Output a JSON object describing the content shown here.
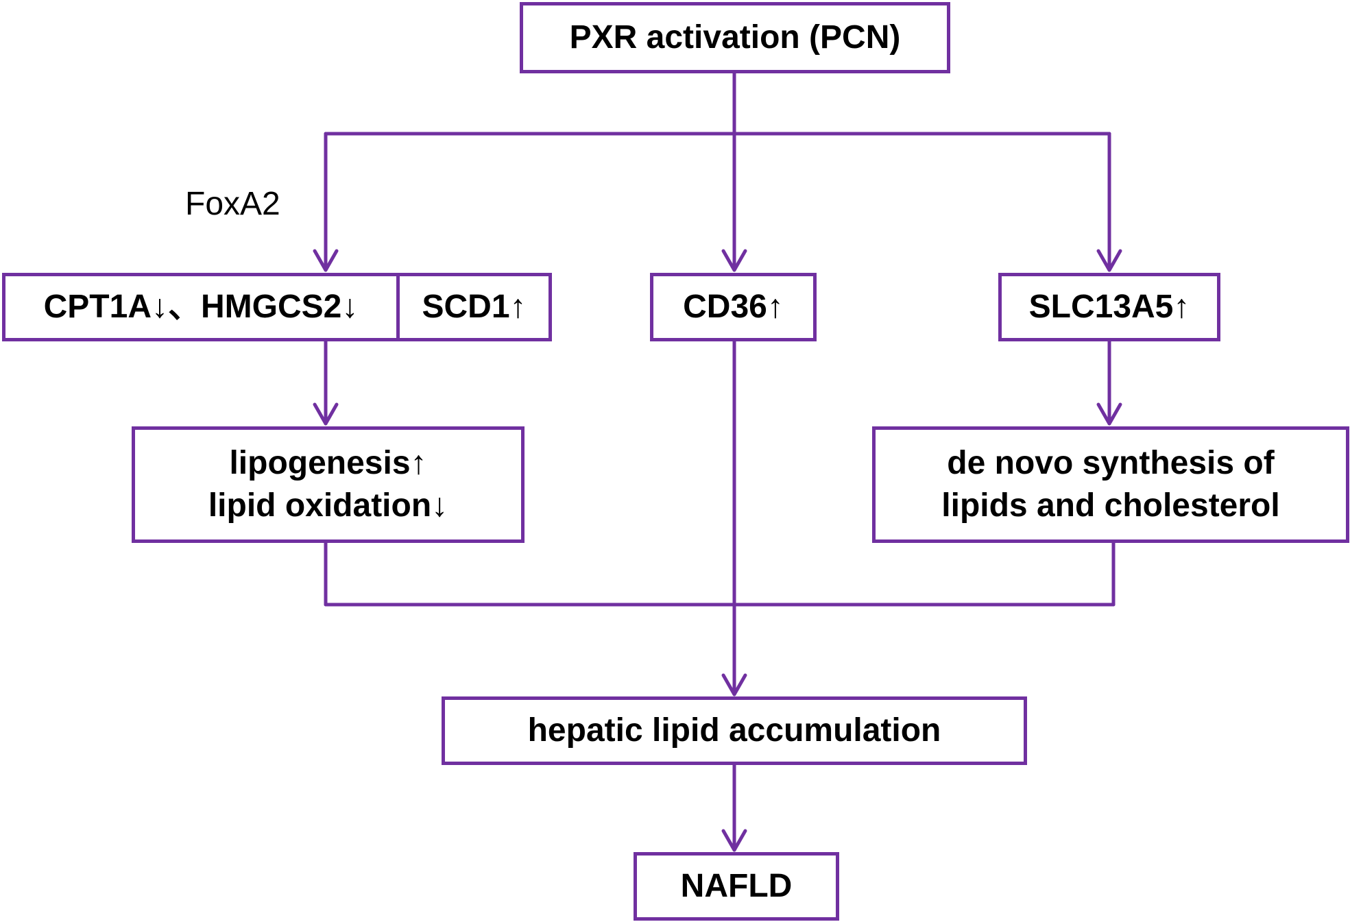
{
  "colors": {
    "accent": "#7030a0",
    "text": "#000000",
    "background": "#ffffff"
  },
  "nodes": {
    "pxr": "PXR activation (PCN)",
    "cpt1a": "CPT1A↓、HMGCS2↓",
    "scd1": "SCD1↑",
    "cd36": "CD36↑",
    "slc13a5": "SLC13A5↑",
    "lipogenesis_line1": "lipogenesis↑",
    "lipogenesis_line2": "lipid oxidation↓",
    "denovo_line1": "de novo synthesis of",
    "denovo_line2": "lipids and cholesterol",
    "accumulation": "hepatic lipid accumulation",
    "nafld": "NAFLD"
  },
  "edge_labels": {
    "foxa2": "FoxA2"
  }
}
